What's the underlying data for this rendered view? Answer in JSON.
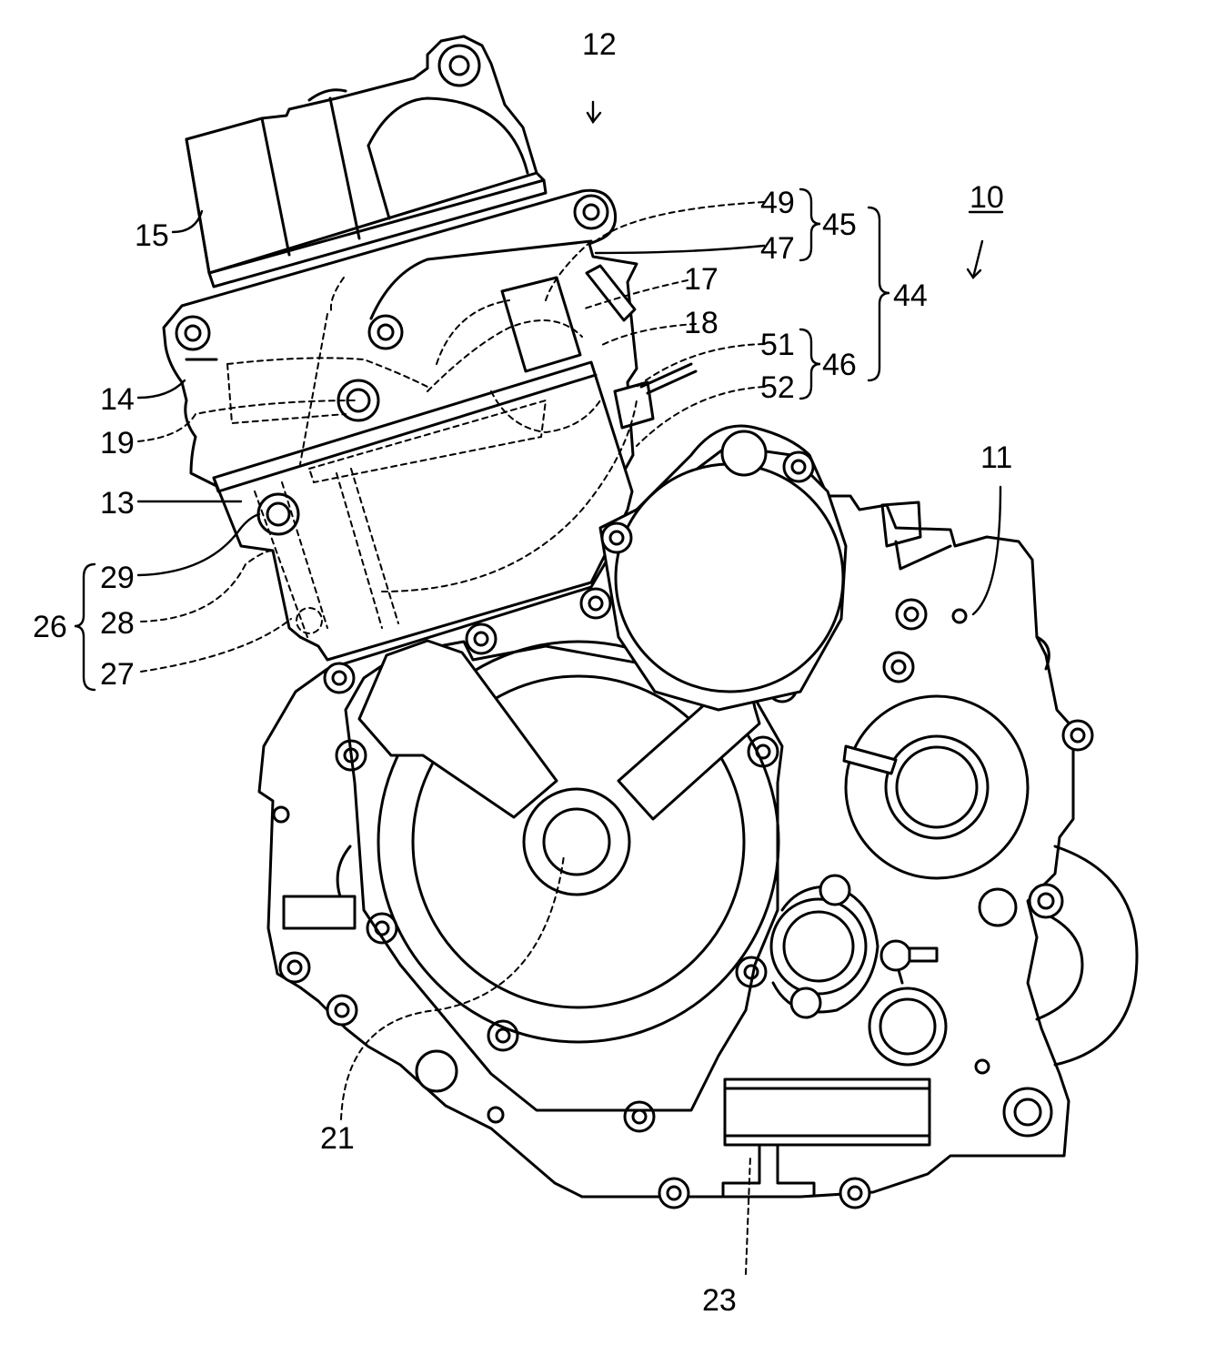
{
  "labels": [
    {
      "key": "l10",
      "text": "10"
    },
    {
      "key": "l11",
      "text": "11"
    },
    {
      "key": "l12",
      "text": "12"
    },
    {
      "key": "l13",
      "text": "13"
    },
    {
      "key": "l14",
      "text": "14"
    },
    {
      "key": "l15",
      "text": "15"
    },
    {
      "key": "l17",
      "text": "17"
    },
    {
      "key": "l18",
      "text": "18"
    },
    {
      "key": "l19",
      "text": "19"
    },
    {
      "key": "l21",
      "text": "21"
    },
    {
      "key": "l23",
      "text": "23"
    },
    {
      "key": "l26",
      "text": "26"
    },
    {
      "key": "l27",
      "text": "27"
    },
    {
      "key": "l28",
      "text": "28"
    },
    {
      "key": "l29",
      "text": "29"
    },
    {
      "key": "l44",
      "text": "44"
    },
    {
      "key": "l45",
      "text": "45"
    },
    {
      "key": "l46",
      "text": "46"
    },
    {
      "key": "l47",
      "text": "47"
    },
    {
      "key": "l49",
      "text": "49"
    },
    {
      "key": "l51",
      "text": "51"
    },
    {
      "key": "l52",
      "text": "52"
    }
  ]
}
